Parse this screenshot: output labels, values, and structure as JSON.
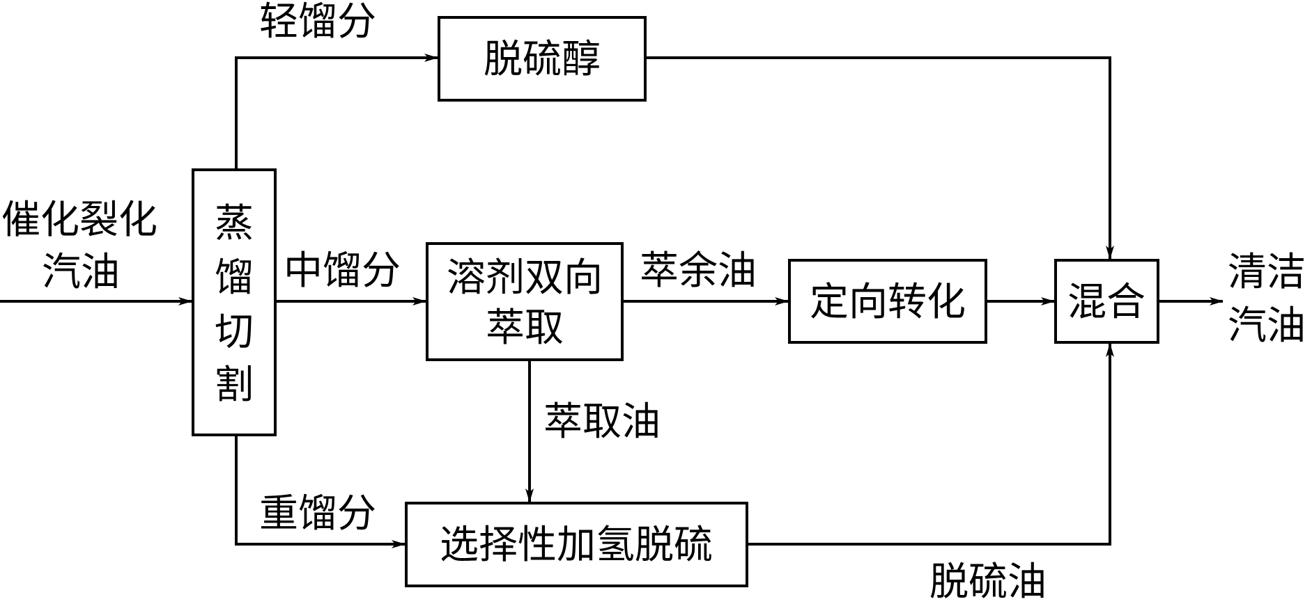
{
  "diagram": {
    "title": "",
    "input": {
      "line1": "催化裂化",
      "line2": "汽油"
    },
    "output": {
      "line1": "清洁",
      "line2": "汽油"
    },
    "nodes": {
      "distillation": {
        "chars": [
          "蒸",
          "馏",
          "切",
          "割"
        ],
        "label": "蒸馏切割"
      },
      "mercaptan_removal": {
        "label": "脱硫醇"
      },
      "solvent_extraction": {
        "line1": "溶剂双向",
        "line2": "萃取"
      },
      "directional_conversion": {
        "label": "定向转化"
      },
      "mixing": {
        "label": "混合"
      },
      "selective_hds": {
        "label": "选择性加氢脱硫"
      }
    },
    "edges": {
      "light_fraction": "轻馏分",
      "middle_fraction": "中馏分",
      "heavy_fraction": "重馏分",
      "raffinate": "萃余油",
      "extract_oil": "萃取油",
      "desulfurized_oil": "脱硫油"
    },
    "connections": [
      {
        "from": "input",
        "to": "distillation",
        "label": ""
      },
      {
        "from": "distillation",
        "to": "mercaptan_removal",
        "label": "轻馏分"
      },
      {
        "from": "distillation",
        "to": "solvent_extraction",
        "label": "中馏分"
      },
      {
        "from": "distillation",
        "to": "selective_hds",
        "label": "重馏分"
      },
      {
        "from": "solvent_extraction",
        "to": "directional_conversion",
        "label": "萃余油"
      },
      {
        "from": "solvent_extraction",
        "to": "selective_hds",
        "label": "萃取油"
      },
      {
        "from": "mercaptan_removal",
        "to": "mixing",
        "label": ""
      },
      {
        "from": "directional_conversion",
        "to": "mixing",
        "label": ""
      },
      {
        "from": "selective_hds",
        "to": "mixing",
        "label": "脱硫油"
      },
      {
        "from": "mixing",
        "to": "output",
        "label": ""
      }
    ]
  }
}
